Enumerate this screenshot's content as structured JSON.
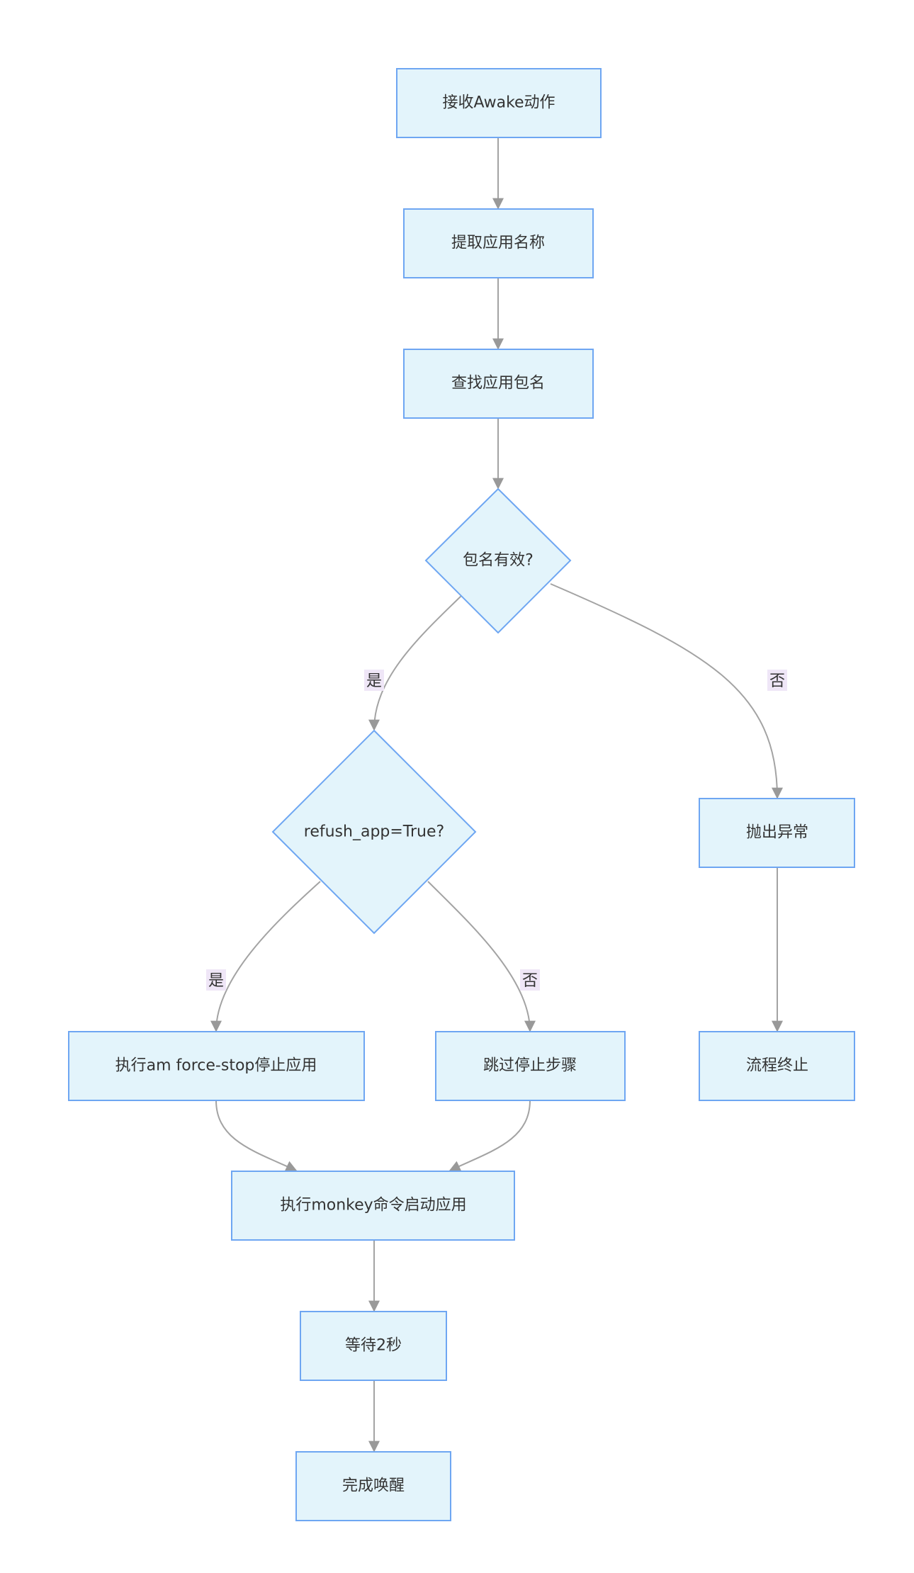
{
  "nodes": {
    "receive_awake": "接收Awake动作",
    "extract_app_name": "提取应用名称",
    "find_package": "查找应用包名",
    "package_valid": "包名有效?",
    "refush_app": "refush_app=True?",
    "throw_exception": "抛出异常",
    "force_stop": "执行am force-stop停止应用",
    "skip_stop": "跳过停止步骤",
    "process_end": "流程终止",
    "monkey_start": "执行monkey命令启动应用",
    "wait": "等待2秒",
    "complete": "完成唤醒"
  },
  "edge_labels": {
    "package_valid_yes": "是",
    "package_valid_no": "否",
    "refush_yes": "是",
    "refush_no": "否"
  },
  "colors": {
    "node_fill": "#e3f4fb",
    "node_stroke": "#6ea6f2",
    "edge": "#a3a3a3",
    "label_bg": "#efe6f7",
    "text": "#333333"
  }
}
